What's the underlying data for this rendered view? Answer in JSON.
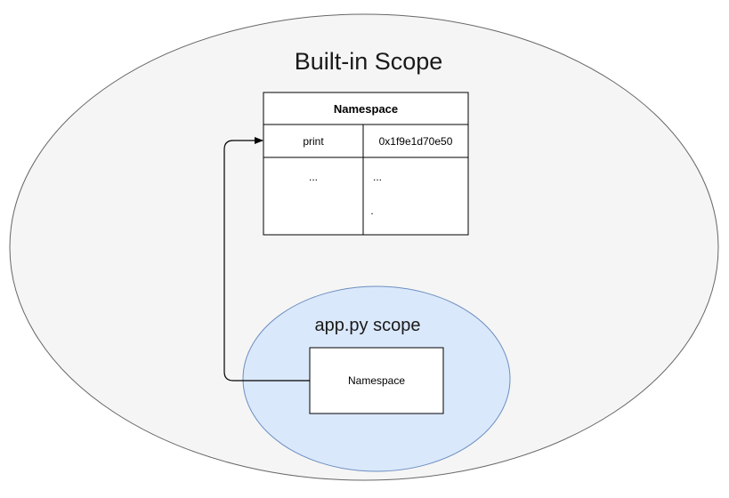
{
  "builtin_scope": {
    "title": "Built-in Scope",
    "fill_color": "#f5f5f5",
    "stroke_color": "#666666"
  },
  "builtin_namespace": {
    "header": "Namespace",
    "rows": [
      {
        "name": "print",
        "address": "0x1f9e1d70e50"
      },
      {
        "name": "...",
        "address": "...",
        "extra": "."
      }
    ]
  },
  "app_scope": {
    "title": "app.py scope",
    "fill_color": "#dae8fc",
    "stroke_color": "#6c8ebf"
  },
  "app_namespace": {
    "label": "Namespace"
  }
}
